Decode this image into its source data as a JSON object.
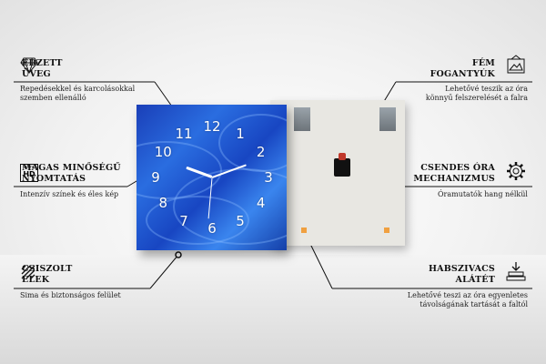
{
  "features": {
    "glass": {
      "title1": "EDZETT",
      "title2": "ÜVEG",
      "desc1": "Repedésekkel és karcolásokkal",
      "desc2": "szemben ellenálló"
    },
    "print": {
      "title1": "MAGAS MINŐSÉGŰ",
      "title2": "NYOMTATÁS",
      "desc1": "Intenzív színek és éles kép"
    },
    "edges": {
      "title1": "CSISZOLT",
      "title2": "ÉLEK",
      "desc1": "Sima és biztonságos felület"
    },
    "handles": {
      "title1": "FÉM",
      "title2": "FOGANTYÚK",
      "desc1": "Lehetővé teszik az óra",
      "desc2": "könnyű felszerelését a falra"
    },
    "mechanism": {
      "title1": "CSENDES ÓRA",
      "title2": "MECHANIZMUS",
      "desc1": "Óramutatók hang nélkül"
    },
    "hooks": {
      "title1": "HABSZIVACS",
      "title2": "ALÁTÉT",
      "desc1": "Lehetővé teszi az óra egyenletes",
      "desc2": "távolságának tartását a faltól"
    }
  },
  "hd_badge": {
    "line1": "ultra",
    "line2": "HD"
  },
  "clock": {
    "numerals": [
      "12",
      "1",
      "2",
      "3",
      "4",
      "5",
      "6",
      "7",
      "8",
      "9",
      "10",
      "11"
    ]
  },
  "icons": [
    "diamond-icon",
    "ultra-hd-icon",
    "sandpaper-icon",
    "picture-hanger-icon",
    "gear-icon",
    "wall-mount-icon"
  ],
  "colors": {
    "accent": "#2a6de0",
    "text": "#111111"
  }
}
